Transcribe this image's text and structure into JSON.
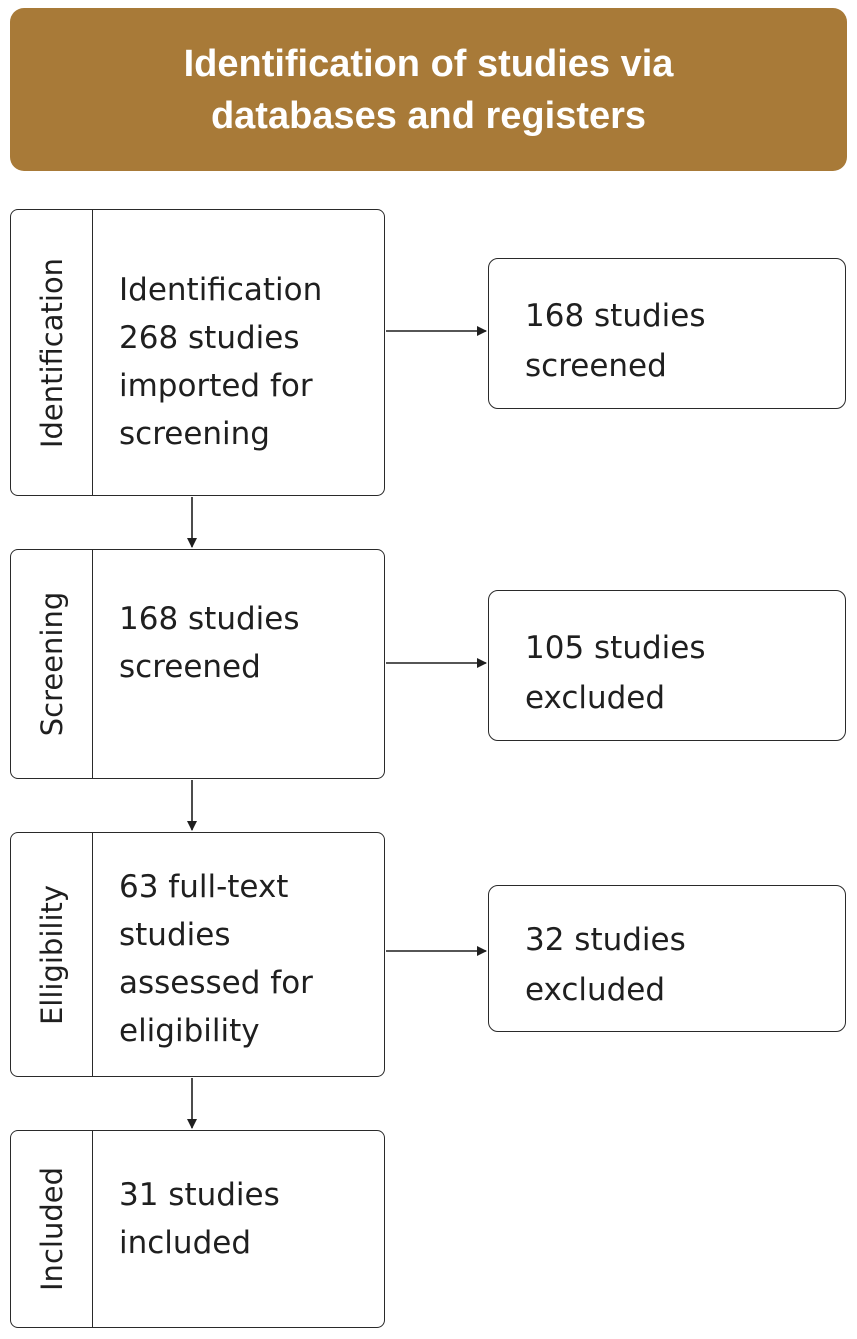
{
  "header": {
    "line1": "Identification of studies via",
    "line2": "databases and registers"
  },
  "stages": [
    {
      "label": "Identification",
      "lines": [
        "Identification",
        "268 studies",
        "imported for",
        "screening"
      ],
      "side": [
        "168 studies",
        "screened"
      ]
    },
    {
      "label": "Screening",
      "lines": [
        "168 studies",
        "screened"
      ],
      "side": [
        "105 studies",
        "excluded"
      ]
    },
    {
      "label": "Elligibility",
      "lines": [
        "63 full-text",
        "studies",
        "assessed for",
        "eligibility"
      ],
      "side": [
        "32 studies",
        "excluded"
      ]
    },
    {
      "label": "Included",
      "lines": [
        "31 studies",
        "included"
      ]
    }
  ],
  "colors": {
    "header_bg": "#a87a38",
    "header_text": "#ffffff",
    "border": "#2a2a2a"
  }
}
